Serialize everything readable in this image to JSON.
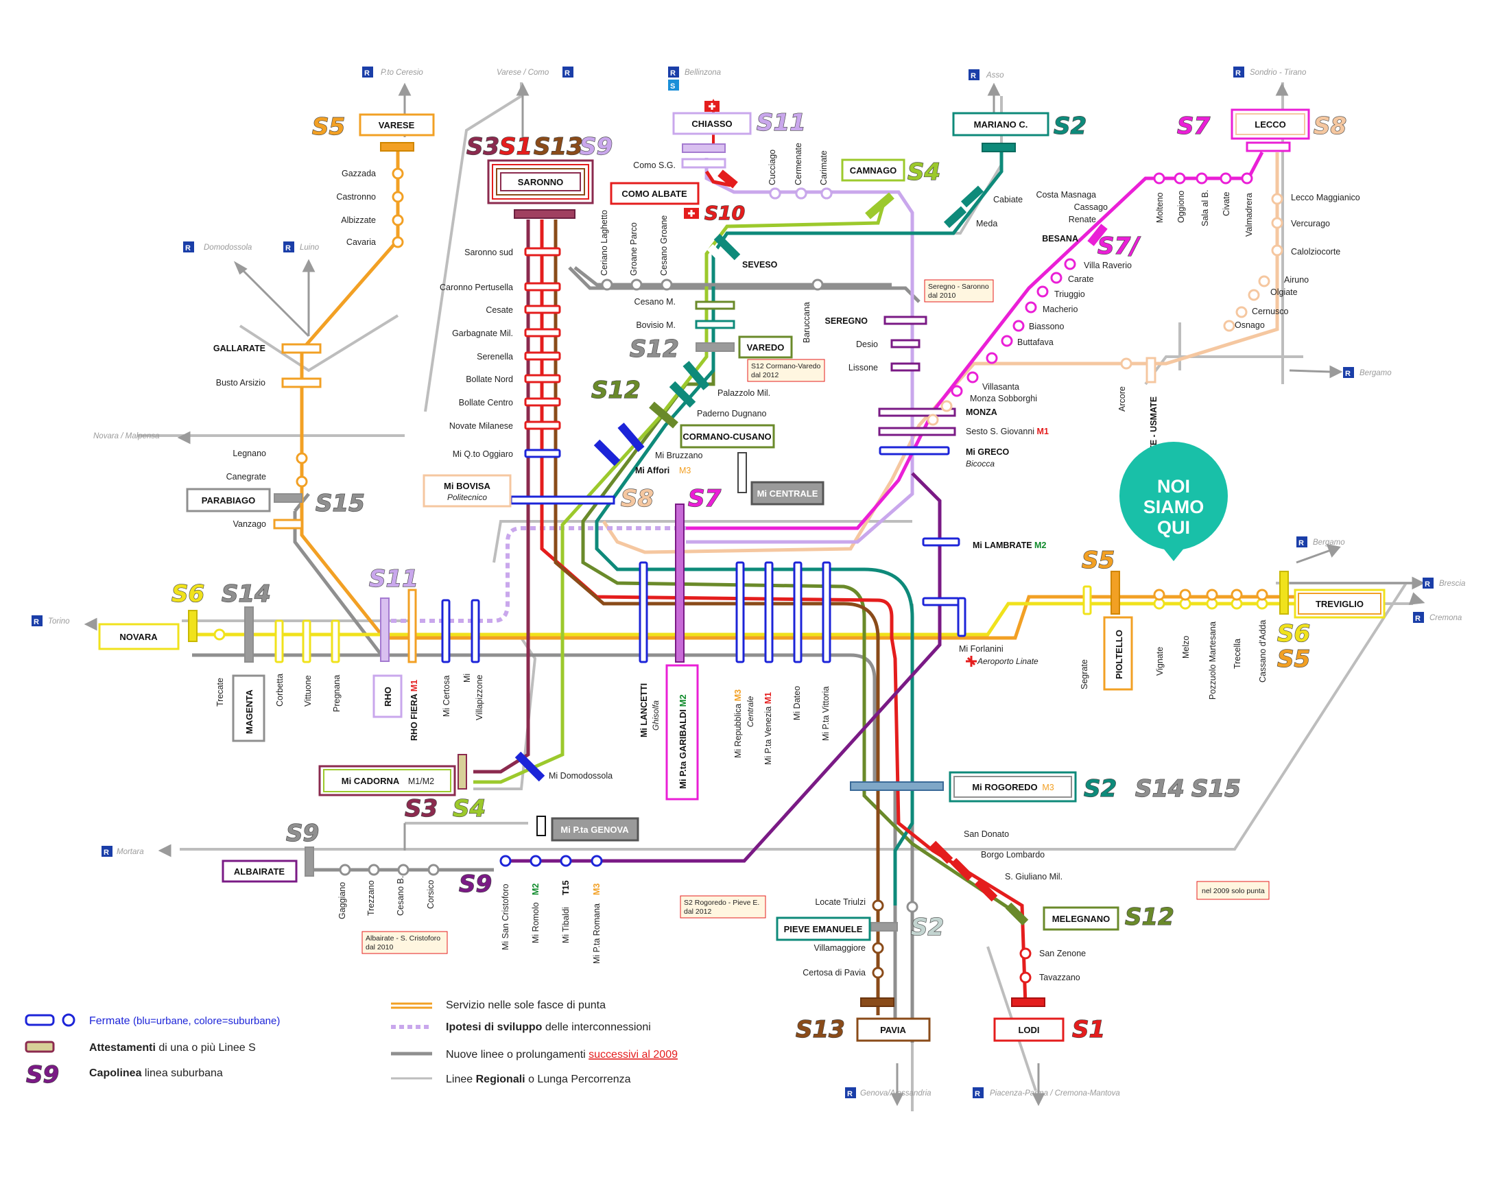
{
  "colors": {
    "S1": "#e41d1d",
    "S2": "#0e8a7a",
    "S3": "#8b2a4e",
    "S4": "#9cc92c",
    "S5": "#f2a024",
    "S6": "#f0e21c",
    "S7": "#ea1fd6",
    "S8": "#f5c7a0",
    "S9": "#7a1a85",
    "S10": "#e41d1d",
    "S11": "#c9a7ec",
    "S12": "#6a8a2a",
    "S13": "#8a4b19",
    "S14": "#8f8f8f",
    "S15": "#8f8f8f",
    "grey": "#8f8f8f",
    "light": "#bdbdbd",
    "blue": "#1c24d8",
    "callout": "#19c0a8"
  },
  "callout": {
    "line1": "NOI",
    "line2": "SIAMO",
    "line3": "QUI"
  },
  "lines_labels": {
    "S1": "S1",
    "S2": "S2",
    "S3": "S3",
    "S4": "S4",
    "S5": "S5",
    "S6": "S6",
    "S7": "S7",
    "S8": "S8",
    "S9": "S9",
    "S10": "S10",
    "S11": "S11",
    "S12": "S12",
    "S13": "S13",
    "S14": "S14",
    "S15": "S15",
    "S7slash": "S7/"
  },
  "terminals": {
    "varese": "VARESE",
    "saronno": "SARONNO",
    "chiasso": "CHIASSO",
    "como_albate": "COMO ALBATE",
    "camnago": "CAMNAGO",
    "mariano": "MARIANO C.",
    "lecco": "LECCO",
    "seveso": "SEVESO",
    "varedo": "VAREDO",
    "cormano": "CORMANO-CUSANO",
    "mi_centrale": "Mi CENTRALE",
    "bovisa": "Mi BOVISA",
    "bovisa_sub": "Politecnico",
    "parabiago": "PARABIAGO",
    "novara": "NOVARA",
    "treviglio": "TREVIGLIO",
    "pioltello": "PIOLTELLO",
    "rho": "RHO",
    "magenta": "MAGENTA",
    "cadorna_a": "Mi CADORNA",
    "cadorna_b": "M1/M2",
    "rogoredo_a": "Mi ROGOREDO",
    "rogoredo_b": "M3",
    "albairate": "ALBAIRATE",
    "porta_genova": "Mi P.ta GENOVA",
    "pieve": "PIEVE EMANUELE",
    "melegnano": "MELEGNANO",
    "pavia": "PAVIA",
    "lodi": "LODI",
    "garibaldi": "Mi P.ta GARIBALDI",
    "garibaldi_m": "M2",
    "lancetti": "Mi LANCETTI",
    "lancetti_sub": "Ghisolfa",
    "rho_fiera": "RHO FIERA",
    "rho_fiera_m": "M1",
    "usmate": "ATE - USMATE",
    "monza": "MONZA",
    "greco": "Mi GRECO",
    "greco_sub": "Bicocca",
    "lambrate": "Mi LAMBRATE",
    "lambrate_m": "M2",
    "gallarate": "GALLARATE",
    "seregno": "SEREGNO",
    "besana": "BESANA"
  },
  "directions": {
    "p_ceresio": "P.to Ceresio",
    "varese_como": "Varese / Como",
    "bellinzona": "Bellinzona",
    "asso": "Asso",
    "sondrio": "Sondrio - Tirano",
    "domodossola": "Domodossola",
    "luino": "Luino",
    "novara_malpensa": "Novara / Malpensa",
    "bergamo1": "Bergamo",
    "bergamo2": "Bergamo",
    "brescia": "Brescia",
    "cremona": "Cremona",
    "torino": "Torino",
    "mortara": "Mortara",
    "genova": "Genova/Alessandria",
    "piacenza": "Piacenza-Parma / Cremona-Mantova"
  },
  "stations": {
    "s5_north": [
      "Gazzada",
      "Castronno",
      "Albizzate",
      "Cavaria"
    ],
    "busto": "Busto Arsizio",
    "legnano": "Legnano",
    "canegrate": "Canegrate",
    "vanzago": "Vanzago",
    "s_saronno": [
      "Saronno sud",
      "Caronno Pertusella",
      "Cesate",
      "Garbagnate Mil.",
      "Serenella",
      "Bollate Nord",
      "Bollate Centro",
      "Novate Milanese",
      "Mi Q.to Oggiaro"
    ],
    "s_seveso_vert": [
      "Ceriano Laghetto",
      "Groane Parco",
      "Cesano Groane"
    ],
    "como_sg": "Como S.G.",
    "s11_vert": [
      "Cucciago",
      "Cermenate",
      "Carimate"
    ],
    "cabiate": "Cabiate",
    "meda": "Meda",
    "cesano_m": "Cesano M.",
    "bovisio": "Bovisio M.",
    "barucana": "Baruccana",
    "desio": "Desio",
    "lissone": "Lissone",
    "palazzolo": "Palazzolo Mil.",
    "paderno": "Paderno Dugnano",
    "bruzzano": "Mi Bruzzano",
    "affori": "Mi Affori",
    "affori_m": "M3",
    "s7_list": [
      "Costa Masnaga",
      "Cassago",
      "Renate",
      "Villa Raverio",
      "Carate",
      "Triuggio",
      "Macherio",
      "Biassono",
      "Buttafava"
    ],
    "s7_vert": [
      "Molteno",
      "Oggiono",
      "Sala al B.",
      "Civate",
      "Valmadrera"
    ],
    "s8_list": [
      "Lecco Maggianico",
      "Vercurago",
      "Calolziocorte",
      "Airuno",
      "Olgiate",
      "Cernusco",
      "Osnago"
    ],
    "arcore": "Arcore",
    "villasanta": "Villasanta",
    "monza_sob": "Monza Sobborghi",
    "sesto": "Sesto S. Giovanni",
    "sesto_m": "M1",
    "trecate": "Trecate",
    "corbetta": "Corbetta",
    "vittuone": "Vittuone",
    "pregnana": "Pregnana",
    "certosa": "Mi Certosa",
    "villapizzone_a": "Mi",
    "villapizzone_b": "Villapizzone",
    "repubblica": "Mi Repubblica",
    "repubblica_m": "M3",
    "repubblica_sub": "Centrale",
    "venezia": "Mi P.ta Venezia",
    "venezia_m": "M1",
    "dateo": "Mi Dateo",
    "vittoria": "Mi P.ta Vittoria",
    "domodossola": "Mi Domodossola",
    "forlanini": "Mi Forlanini",
    "linate": "Aeroporto Linate",
    "segrate": "Segrate",
    "east": [
      "Vignate",
      "Melzo",
      "Pozzuolo Martesana",
      "Trecella",
      "Cassano d'Adda"
    ],
    "s9_list": [
      "Gaggiano",
      "Trezzano",
      "Cesano B.",
      "Corsico"
    ],
    "s9_urban": [
      "Mi San Cristoforo",
      "Mi Romolo",
      "Mi Tibaldi",
      "Mi P.ta Romana"
    ],
    "s9_badges": [
      "M2",
      "T15",
      "M3"
    ],
    "san_donato": "San Donato",
    "borgo": "Borgo Lombardo",
    "s_giuliano": "S. Giuliano Mil.",
    "locate": "Locate Triulzi",
    "villamaggiore": "Villamaggiore",
    "certosa_pavia": "Certosa di Pavia",
    "san_zenone": "San Zenone",
    "tavazzano": "Tavazzano"
  },
  "notes": {
    "seregno": [
      "Seregno - Saronno",
      "dal 2010"
    ],
    "s12": [
      "S12 Cormano-Varedo",
      "dal 2012"
    ],
    "albairate": [
      "Albairate - S. Cristoforo",
      "dal 2010"
    ],
    "s2": [
      "S2 Rogoredo - Pieve E.",
      "dal 2012"
    ],
    "melegnano": [
      "nel 2009 solo punta"
    ]
  },
  "legend": {
    "fermate_a": "Fermate",
    "fermate_b": "(blu=urbane, colore=suburbane)",
    "attest_a": "Attestamenti",
    "attest_b": "di una o più Linee S",
    "capo_a": "Capolinea",
    "capo_b": "linea suburbana",
    "capo_line": "S9",
    "punta": "Servizio nelle sole fasce di punta",
    "ipotesi_a": "Ipotesi di sviluppo",
    "ipotesi_b": "delle interconnessioni",
    "nuove_a": "Nuove linee o prolungamenti",
    "nuove_b": "successivi al 2009",
    "regionali_a": "Linee",
    "regionali_b": "Regionali",
    "regionali_c": "o Lunga Percorrenza"
  }
}
